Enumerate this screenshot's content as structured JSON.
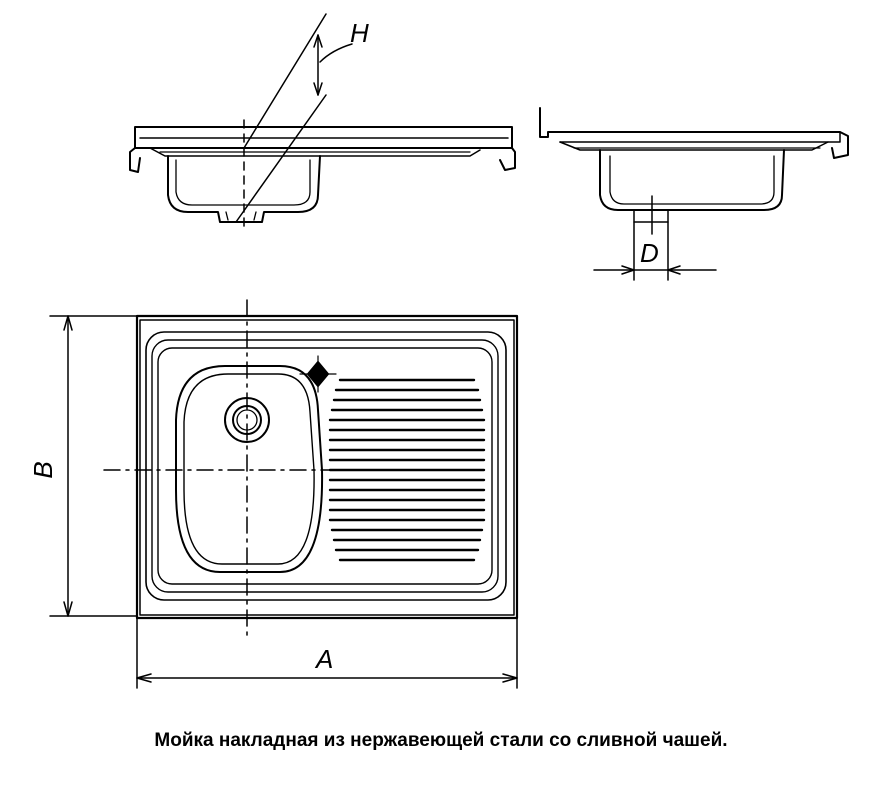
{
  "labels": {
    "height": "H",
    "drain_diameter": "D",
    "width": "B",
    "length": "A"
  },
  "caption": "Мойка накладная из нержавеющей стали со сливной чашей.",
  "colors": {
    "ink": "#000000",
    "background": "#ffffff"
  }
}
